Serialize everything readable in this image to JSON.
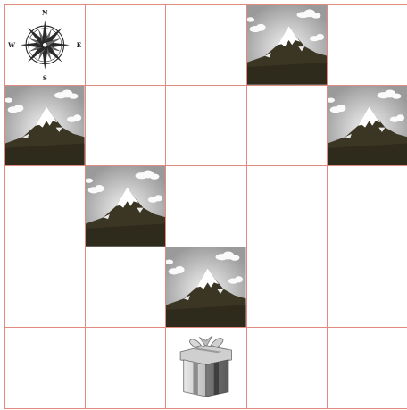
{
  "grid": {
    "rows": 5,
    "cols": 5,
    "line_color": "#e08a80",
    "cells": [
      [
        "compass",
        "empty",
        "empty",
        "mountain",
        "empty"
      ],
      [
        "mountain",
        "empty",
        "empty",
        "empty",
        "mountain"
      ],
      [
        "empty",
        "mountain",
        "empty",
        "empty",
        "empty"
      ],
      [
        "empty",
        "empty",
        "mountain",
        "empty",
        "empty"
      ],
      [
        "empty",
        "empty",
        "gift",
        "empty",
        "empty"
      ]
    ]
  },
  "compass": {
    "north": "N",
    "south": "S",
    "east": "E",
    "west": "W"
  }
}
